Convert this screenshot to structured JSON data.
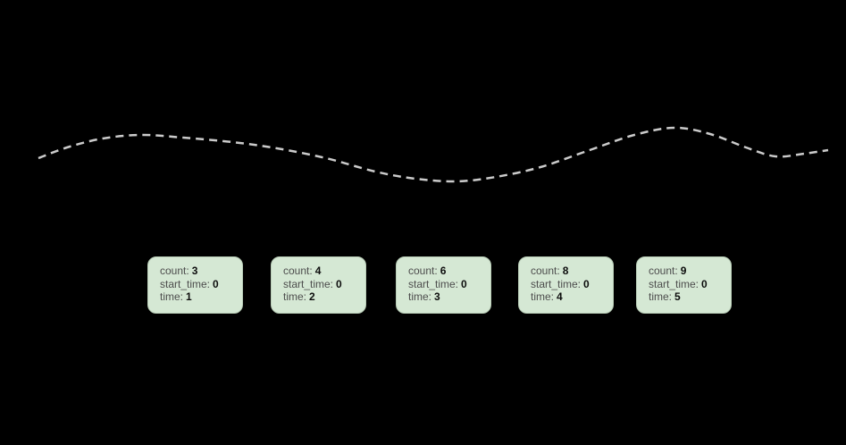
{
  "background_color": "#000000",
  "curve": {
    "description": "dashed light-gray trend curve",
    "color": "#cbcbcb",
    "stroke_width": 2.5,
    "dash_pattern": "9 6",
    "points": [
      [
        43,
        177
      ],
      [
        75,
        165
      ],
      [
        115,
        155
      ],
      [
        158,
        151
      ],
      [
        205,
        154
      ],
      [
        260,
        159
      ],
      [
        310,
        166
      ],
      [
        365,
        177
      ],
      [
        420,
        192
      ],
      [
        465,
        200
      ],
      [
        510,
        203
      ],
      [
        555,
        198
      ],
      [
        605,
        187
      ],
      [
        660,
        168
      ],
      [
        710,
        151
      ],
      [
        755,
        143
      ],
      [
        795,
        150
      ],
      [
        835,
        165
      ],
      [
        868,
        175
      ],
      [
        900,
        172
      ],
      [
        927,
        168
      ]
    ]
  },
  "labels": {
    "count": "count:",
    "start_time": "start_time:",
    "time": "time:"
  },
  "windows": [
    {
      "count": "3",
      "start_time": "0",
      "time": "1"
    },
    {
      "count": "4",
      "start_time": "0",
      "time": "2"
    },
    {
      "count": "6",
      "start_time": "0",
      "time": "3"
    },
    {
      "count": "8",
      "start_time": "0",
      "time": "4"
    },
    {
      "count": "9",
      "start_time": "0",
      "time": "5"
    }
  ],
  "box_style": {
    "fill": "#d5e8d4",
    "border": "#b9cdb7",
    "label_color": "#4d4d4d",
    "value_color": "#0d0d0d"
  }
}
